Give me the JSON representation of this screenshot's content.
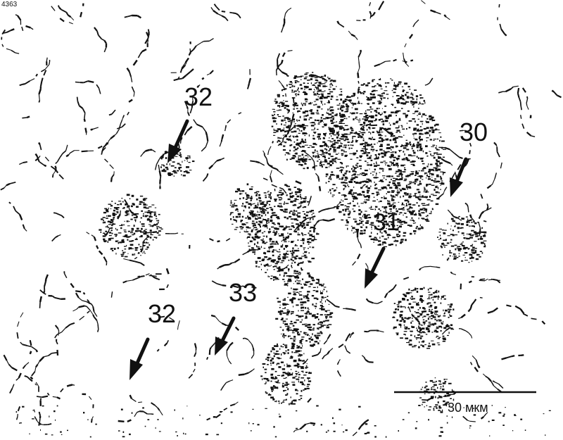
{
  "image": {
    "corner_id": "4363",
    "labels": [
      "32",
      "30",
      "31",
      "33",
      "32"
    ],
    "scale_bar": "30 мкм"
  },
  "colors": {
    "ink": "#111111",
    "paper": "#ffffff"
  }
}
